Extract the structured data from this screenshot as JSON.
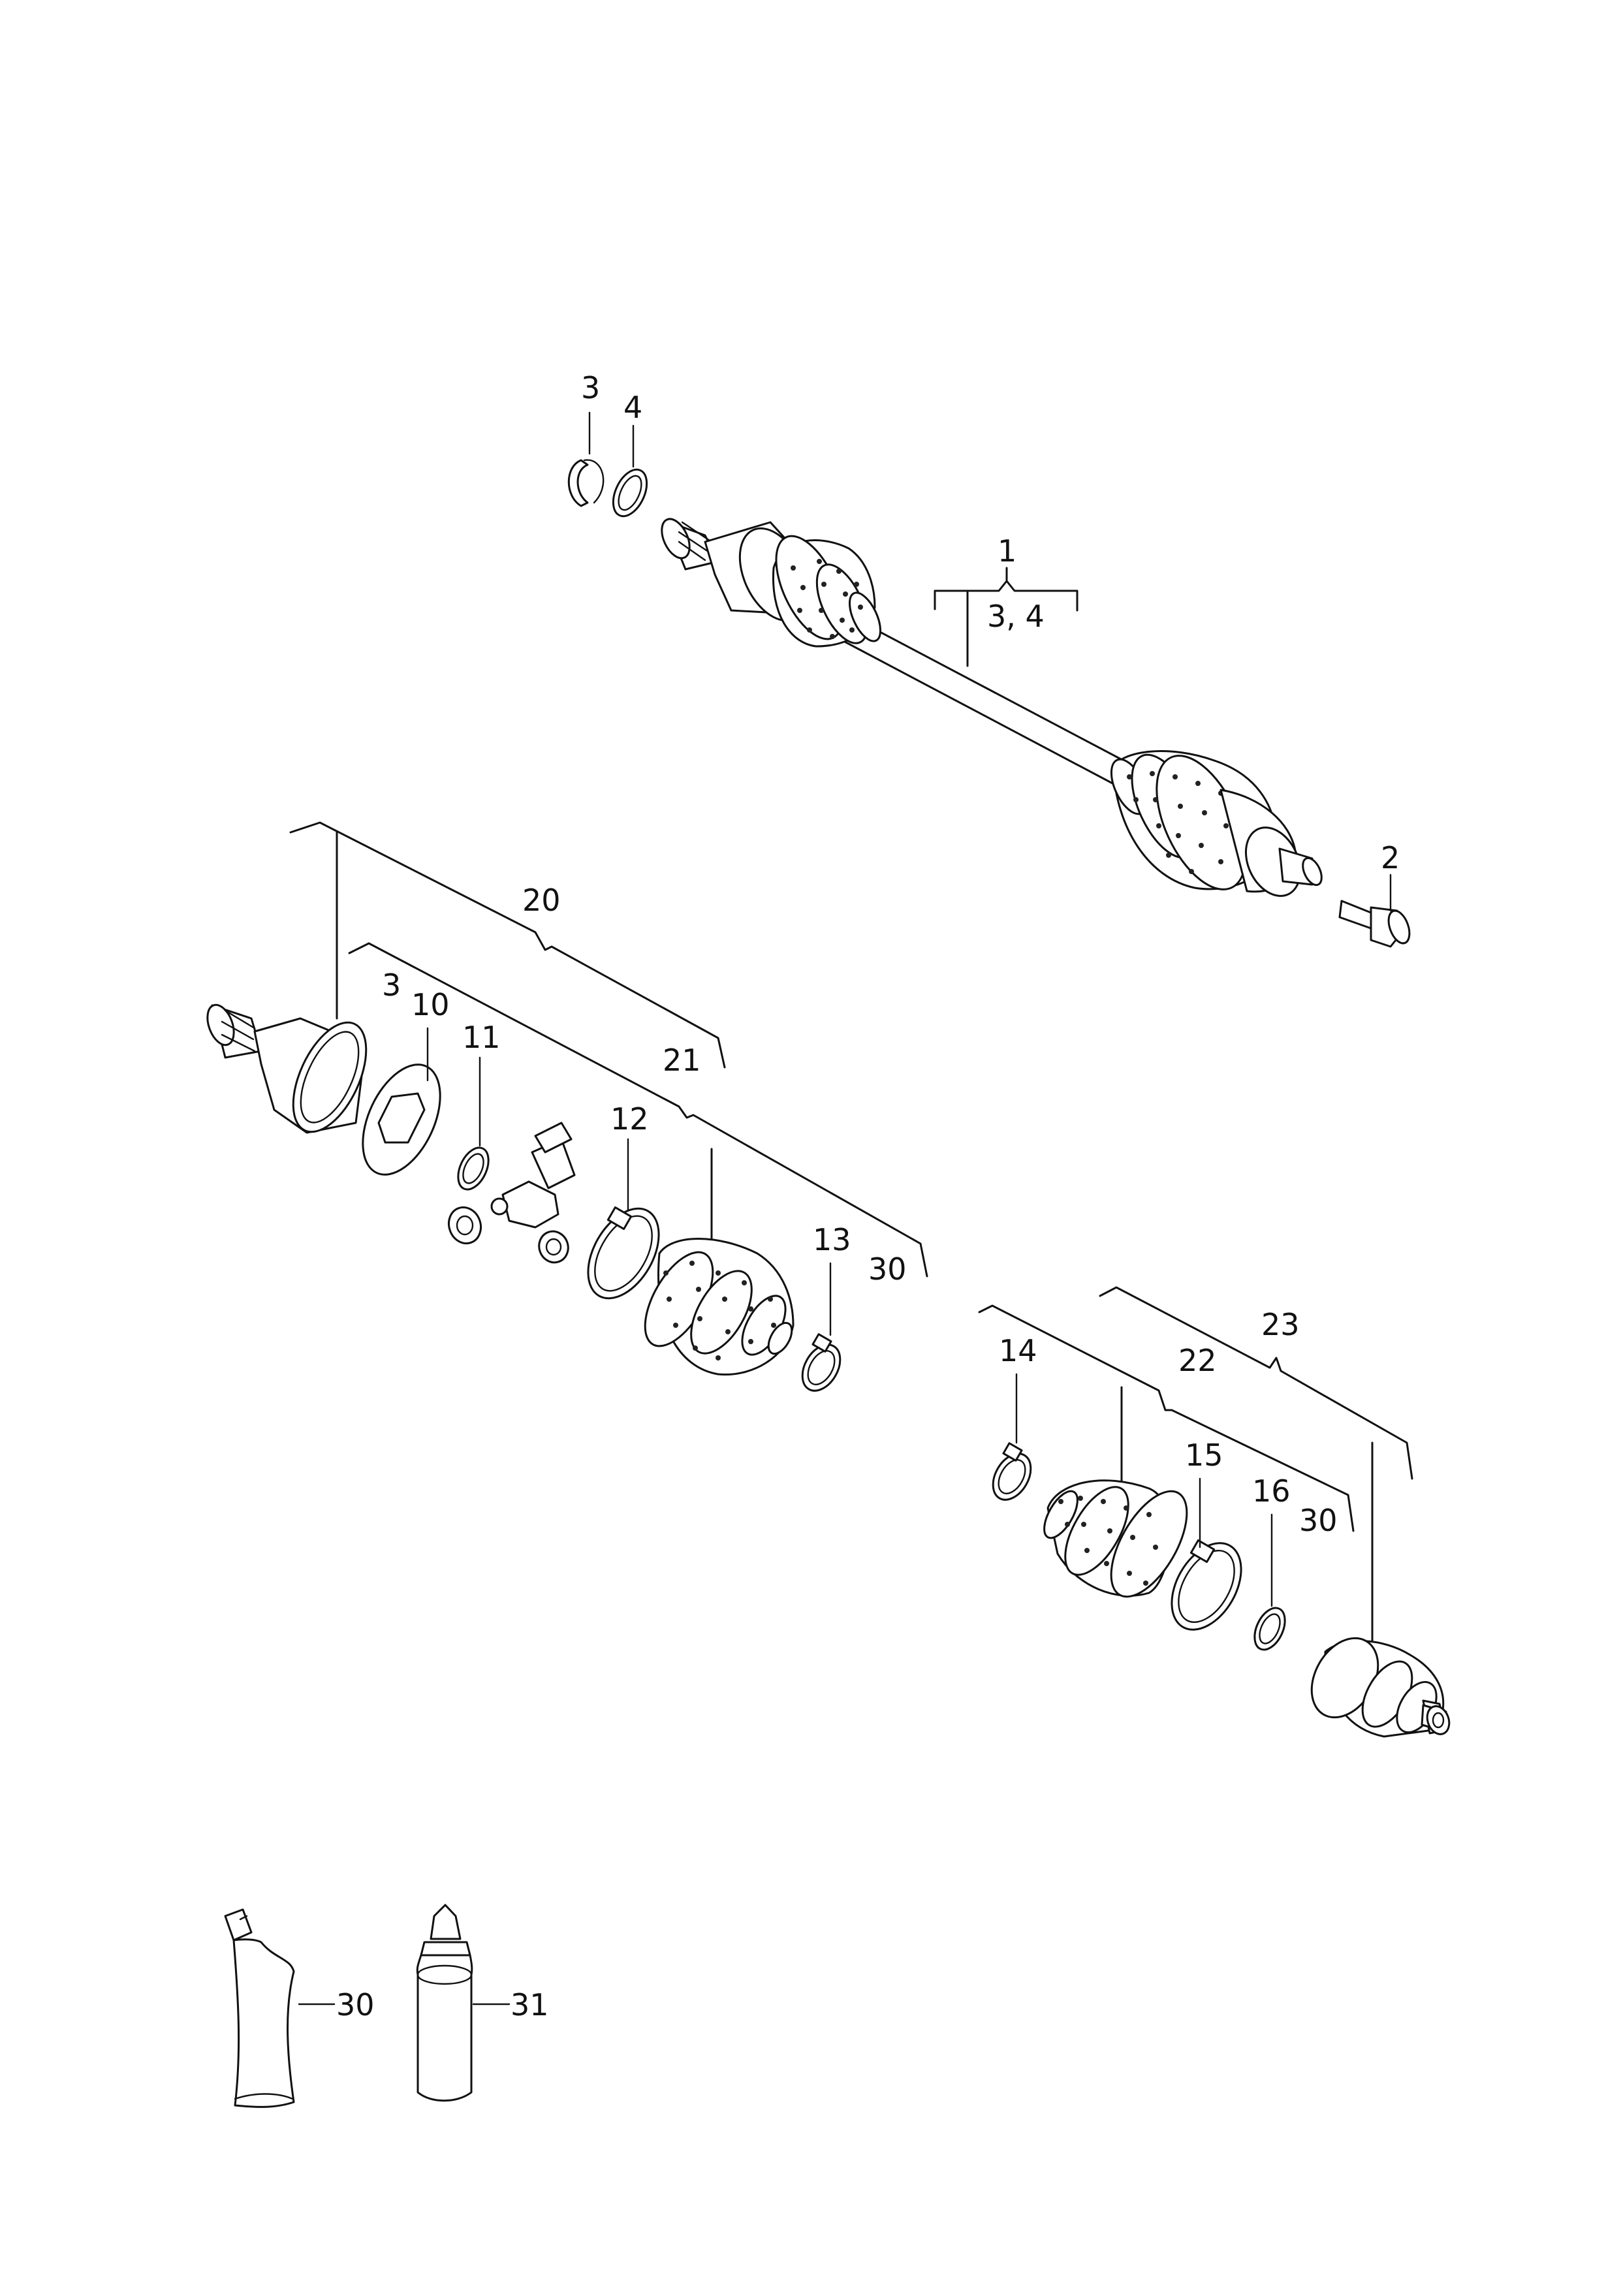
{
  "labels": {
    "p1": "1",
    "p1_sub": "3, 4",
    "p2": "2",
    "p3_top": "3",
    "p4_top": "4",
    "p20": "20",
    "p3_mid": "3",
    "p10": "10",
    "p11": "11",
    "p21": "21",
    "p12": "12",
    "p13": "13",
    "p30_a": "30",
    "p23": "23",
    "p14": "14",
    "p22": "22",
    "p15": "15",
    "p16": "16",
    "p30_b": "30",
    "p30_c": "30",
    "p31": "31"
  }
}
